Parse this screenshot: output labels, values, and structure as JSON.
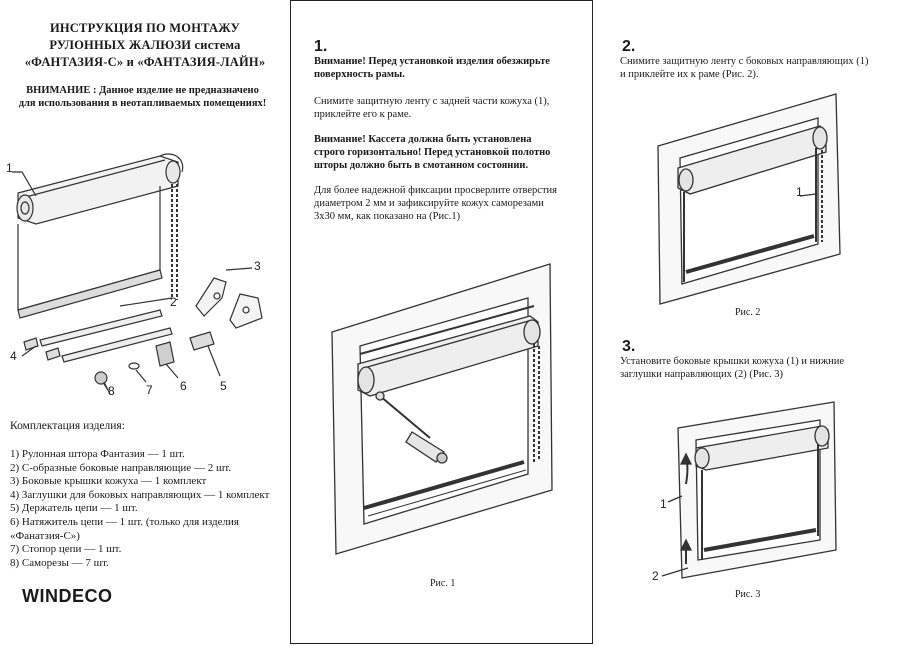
{
  "left": {
    "title_lines": [
      "ИНСТРУКЦИЯ ПО МОНТАЖУ",
      "РУЛОННЫХ ЖАЛЮЗИ система",
      "«ФАНТАЗИЯ-С» и «ФАНТАЗИЯ-ЛАЙН»"
    ],
    "warning_lines": [
      "ВНИМАНИЕ : Данное изделие не предназначено",
      "для использования в неотапливаемых помещениях!"
    ],
    "part_labels": [
      "1",
      "2",
      "3",
      "4",
      "5",
      "6",
      "7",
      "8"
    ],
    "kit_title": "Комплектация изделия:",
    "kit_items": [
      "1) Рулонная штора Фантазия — 1 шт.",
      "2) С-образные боковые направляющие — 2 шт.",
      "3) Боковые крышки кожуха — 1 комплект",
      "4) Заглушки для боковых направляющих — 1 комплект",
      "5) Держатель цепи — 1 шт.",
      "6) Натяжитель цепи — 1 шт. (только для изделия «Фанатзия-С»)",
      "7) Стопор цепи — 1 шт.",
      "8) Саморезы — 7 шт."
    ],
    "brand": "WINDECO"
  },
  "middle": {
    "step_number": "1.",
    "bold1_lines": [
      "Внимание! Перед установкой изделия обезжирьте",
      "поверхность рамы."
    ],
    "para1_lines": [
      "Снимите защитную ленту с задней части кожуха (1),",
      "приклейте его к раме."
    ],
    "bold2_lines": [
      "Внимание! Кассета должна быть установлена",
      "строго горизонтально! Перед установкой полотно",
      "шторы должно быть в смотанном состоянии."
    ],
    "para2_lines": [
      "Для более надежной фиксации просверлите отверстия",
      "диаметром 2 мм и зафиксируйте кожух саморезами",
      "3х30 мм, как показано на (Рис.1)"
    ],
    "caption": "Рис. 1"
  },
  "right": {
    "step2_number": "2.",
    "step2_lines": [
      "Снимите защитную ленту с боковых направляющих (1)",
      "и приклейте их к раме (Рис. 2)."
    ],
    "fig2_label": "1",
    "fig2_caption": "Рис. 2",
    "step3_number": "3.",
    "step3_lines": [
      "Установите боковые крышки кожуха (1) и нижние",
      "заглушки направляющих (2) (Рис. 3)"
    ],
    "fig3_labels": [
      "1",
      "2"
    ],
    "fig3_caption": "Рис. 3"
  }
}
